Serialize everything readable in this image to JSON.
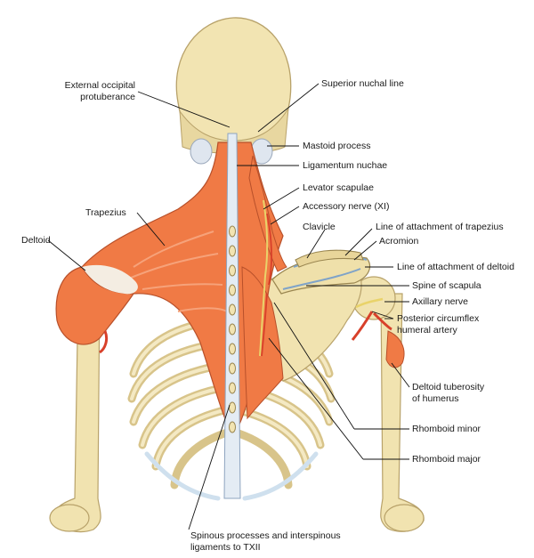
{
  "labels": {
    "external_occipital_protuberance": [
      "External occipital",
      "protuberance"
    ],
    "superior_nuchal_line": "Superior nuchal line",
    "mastoid_process": "Mastoid process",
    "ligamentum_nuchae": "Ligamentum nuchae",
    "levator_scapulae": "Levator scapulae",
    "accessory_nerve": "Accessory nerve (XI)",
    "trapezius": "Trapezius",
    "clavicle": "Clavicle",
    "line_of_attachment_trapezius": "Line of attachment of trapezius",
    "deltoid": "Deltoid",
    "acromion": "Acromion",
    "line_of_attachment_deltoid": "Line of attachment of deltoid",
    "spine_of_scapula": "Spine of scapula",
    "axillary_nerve": "Axillary nerve",
    "posterior_circumflex_humeral_artery": [
      "Posterior circumflex",
      "humeral artery"
    ],
    "deltoid_tuberosity": [
      "Deltoid tuberosity",
      "of humerus"
    ],
    "rhomboid_minor": "Rhomboid minor",
    "rhomboid_major": "Rhomboid major",
    "spinous_processes": [
      "Spinous processes and interspinous",
      "ligaments to TXII"
    ]
  },
  "colors": {
    "bone": "#f1e3b0",
    "bone_shade": "#d9c78c",
    "muscle": "#f07a45",
    "muscle_light": "#f6a27a",
    "tendon": "#f4ede2",
    "ligament": "#dfe8f2",
    "artery": "#d8402a",
    "nerve": "#e9d36a",
    "leader_line": "#111111"
  }
}
